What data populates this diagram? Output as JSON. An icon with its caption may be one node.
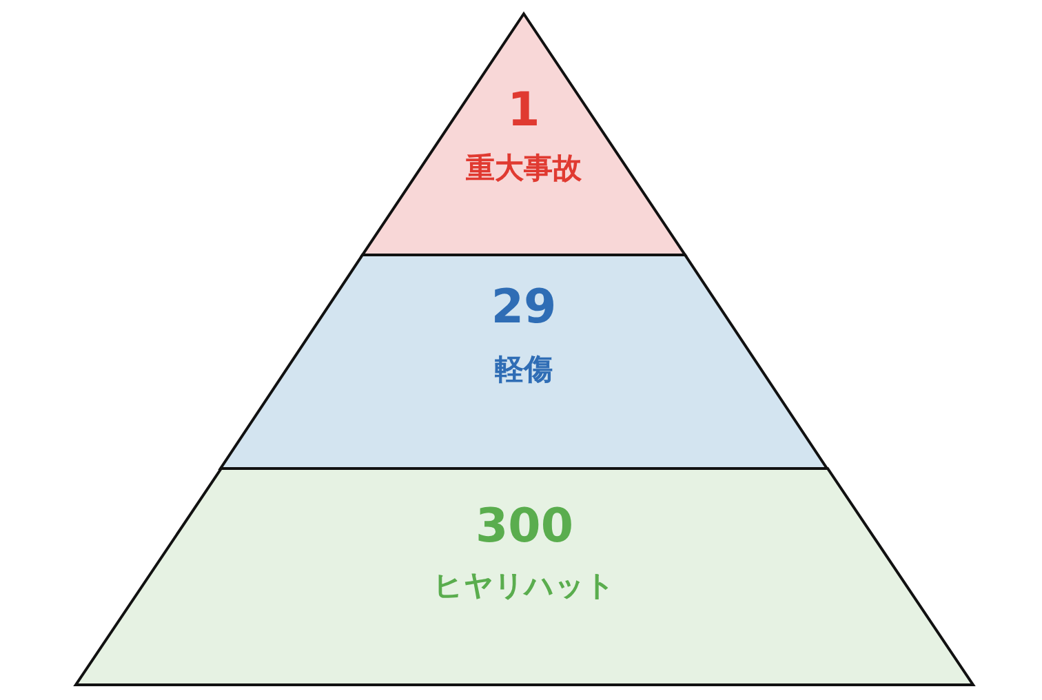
{
  "diagram": {
    "nodes": [
      {
        "text": [
          "1",
          "重大事故"
        ]
      },
      {
        "text": [
          "29",
          "軽傷"
        ]
      },
      {
        "text": [
          "300",
          "ヒヤリハット"
        ]
      }
    ]
  }
}
